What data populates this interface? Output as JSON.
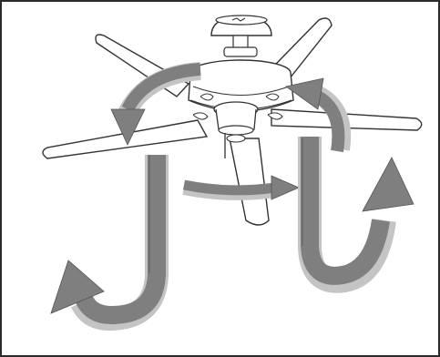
{
  "figure": {
    "subject": "ceiling-fan",
    "colors": {
      "background": "#ffffff",
      "border": "#2b2b2b",
      "line": "#333333",
      "fill": "#ffffff",
      "arrow_fill": "#7f7f7f",
      "arrow_shadow": "#c4c4c4"
    },
    "airflow_arrows": [
      {
        "icon": "curved-arrow-icon",
        "direction": "counterclockwise"
      },
      {
        "icon": "curved-arrow-icon",
        "direction": "clockwise"
      },
      {
        "icon": "straight-arrow-icon",
        "direction": "right"
      },
      {
        "icon": "hook-arrow-icon",
        "direction": "down-then-up-left"
      },
      {
        "icon": "hook-arrow-icon",
        "direction": "down-then-up-right"
      }
    ]
  }
}
